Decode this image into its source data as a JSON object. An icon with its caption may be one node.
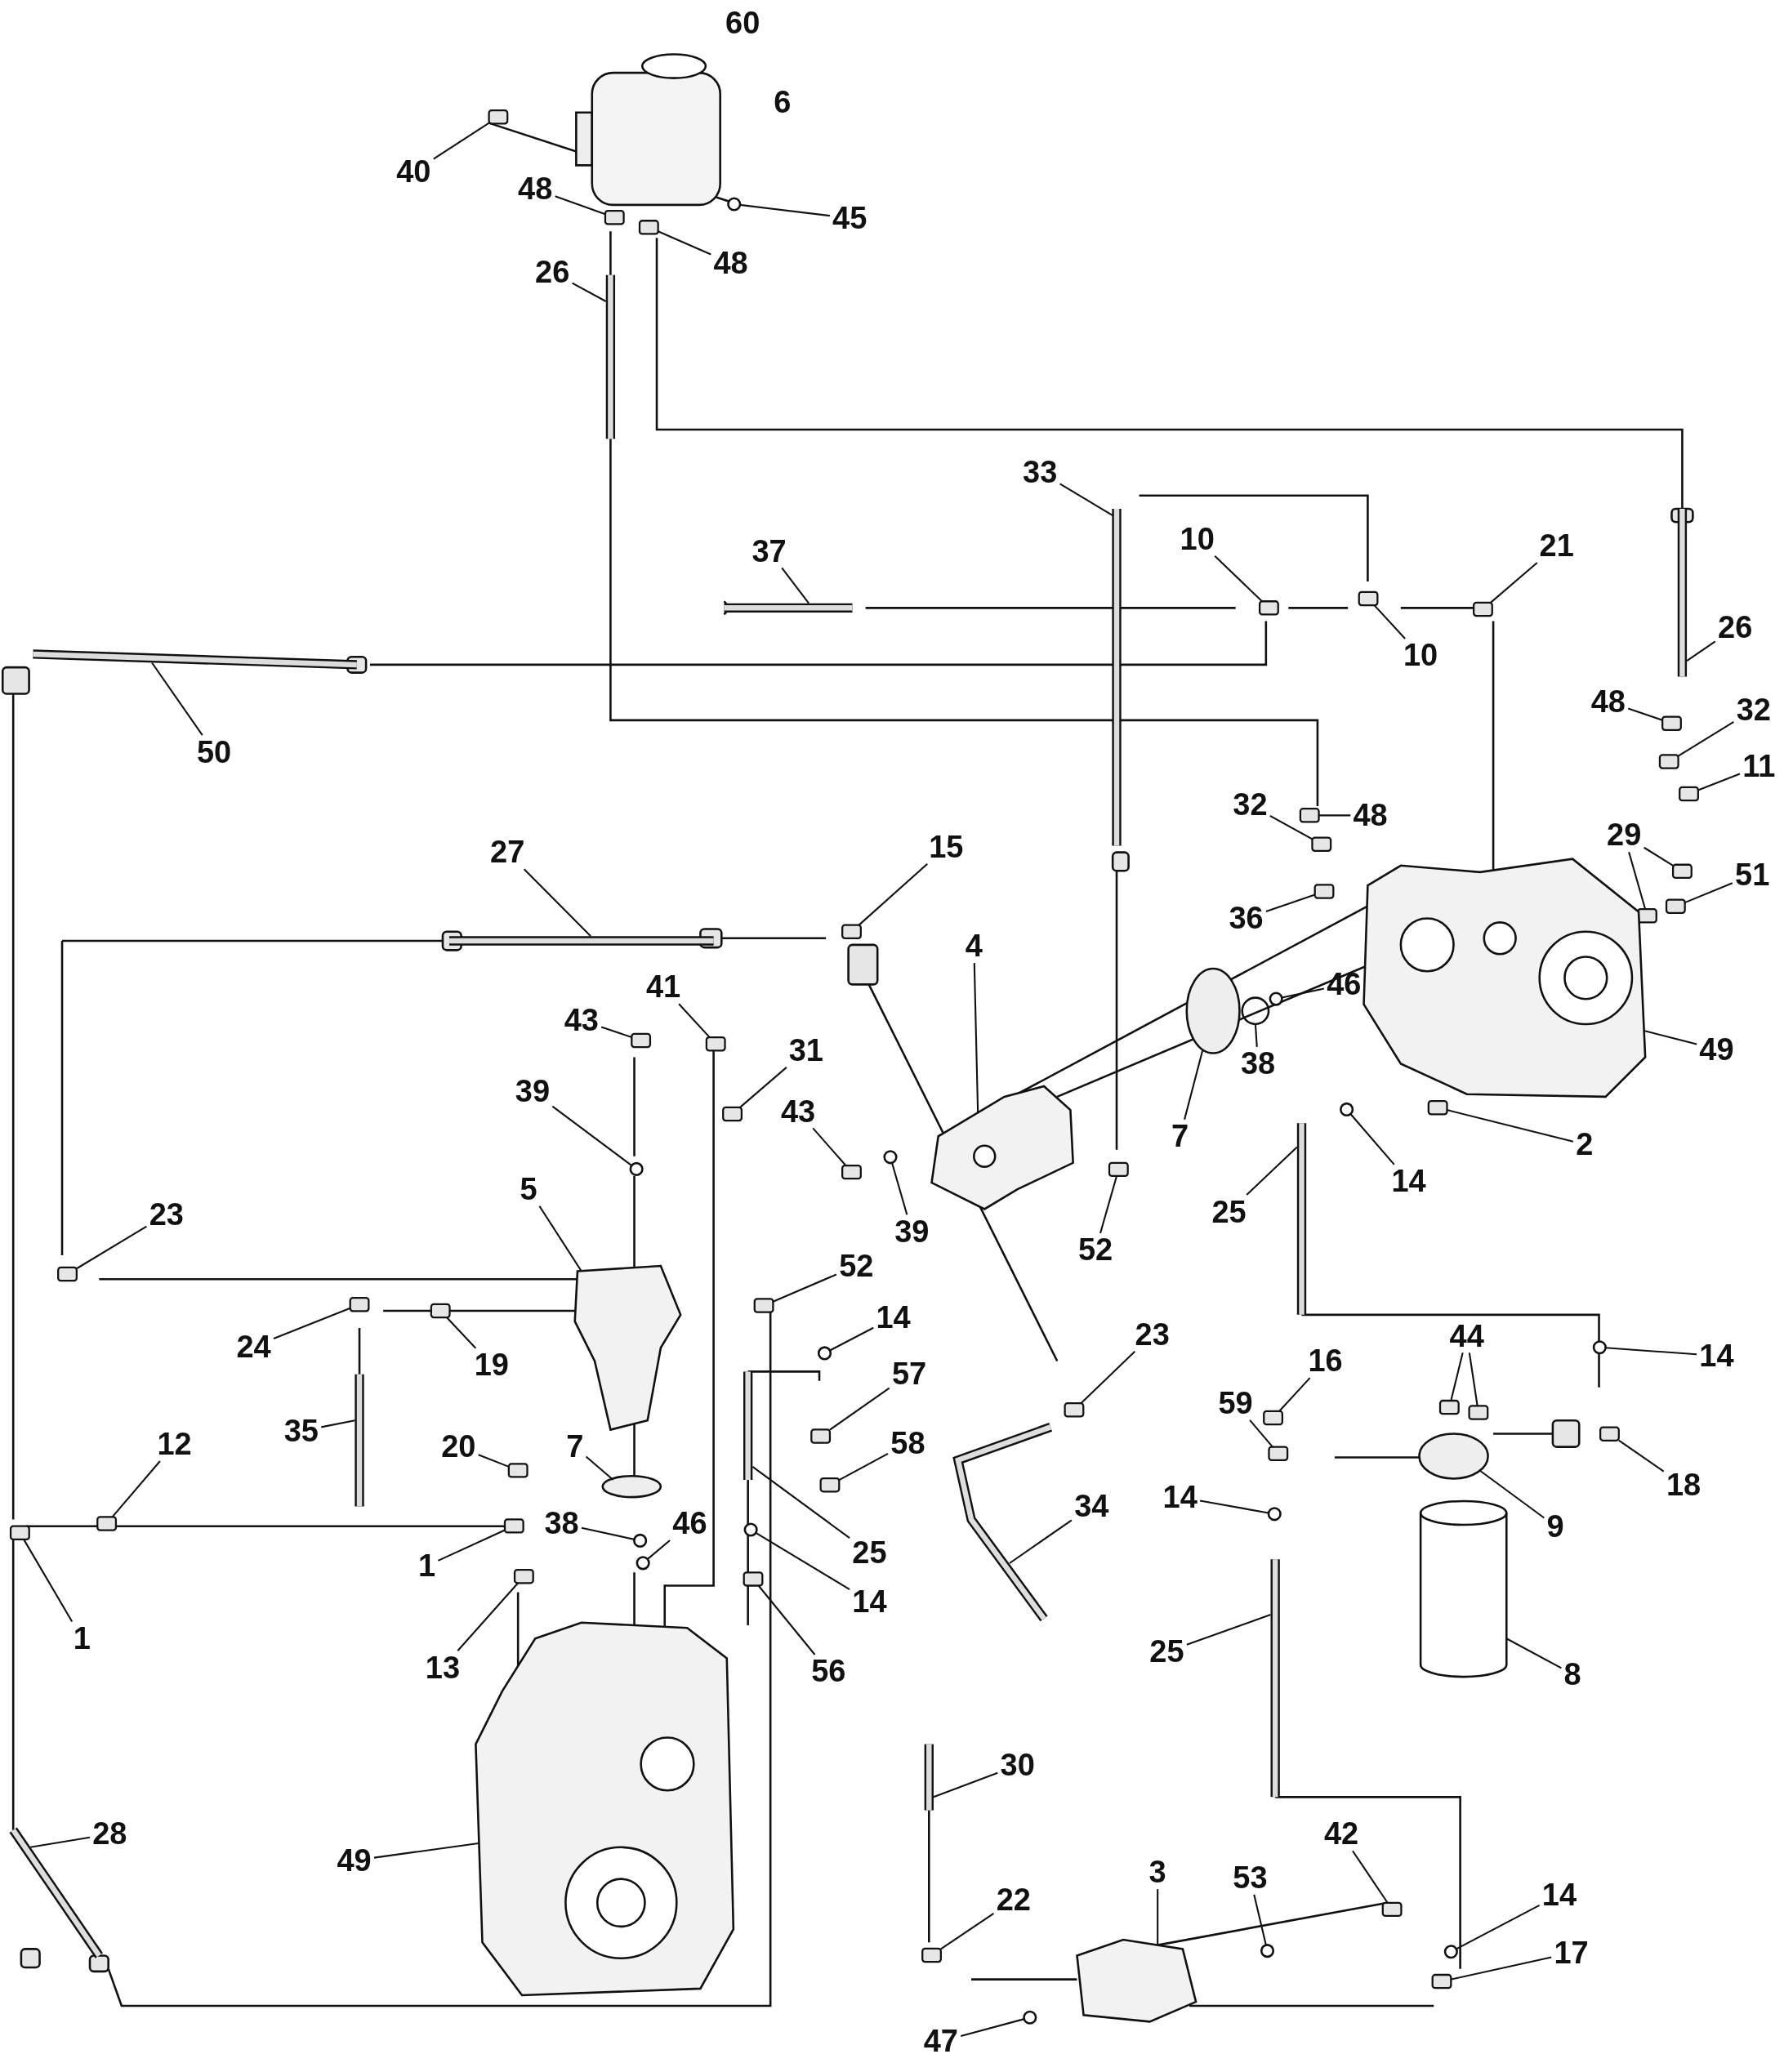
{
  "diagram": {
    "nodes": [
      {
        "text": [
          "60"
        ]
      },
      {
        "text": [
          "6"
        ]
      },
      {
        "text": [
          "40"
        ]
      },
      {
        "text": [
          "48"
        ]
      },
      {
        "text": [
          "45"
        ]
      },
      {
        "text": [
          "48"
        ]
      },
      {
        "text": [
          "26"
        ]
      },
      {
        "text": [
          "33"
        ]
      },
      {
        "text": [
          "10"
        ]
      },
      {
        "text": [
          "21"
        ]
      },
      {
        "text": [
          "37"
        ]
      },
      {
        "text": [
          "26"
        ]
      },
      {
        "text": [
          "10"
        ]
      },
      {
        "text": [
          "48"
        ]
      },
      {
        "text": [
          "32"
        ]
      },
      {
        "text": [
          "50"
        ]
      },
      {
        "text": [
          "11"
        ]
      },
      {
        "text": [
          "32"
        ]
      },
      {
        "text": [
          "48"
        ]
      },
      {
        "text": [
          "29"
        ]
      },
      {
        "text": [
          "15"
        ]
      },
      {
        "text": [
          "27"
        ]
      },
      {
        "text": [
          "51"
        ]
      },
      {
        "text": [
          "36"
        ]
      },
      {
        "text": [
          "4"
        ]
      },
      {
        "text": [
          "46"
        ]
      },
      {
        "text": [
          "41"
        ]
      },
      {
        "text": [
          "43"
        ]
      },
      {
        "text": [
          "49"
        ]
      },
      {
        "text": [
          "31"
        ]
      },
      {
        "text": [
          "38"
        ]
      },
      {
        "text": [
          "39"
        ]
      },
      {
        "text": [
          "43"
        ]
      },
      {
        "text": [
          "7"
        ]
      },
      {
        "text": [
          "2"
        ]
      },
      {
        "text": [
          "14"
        ]
      },
      {
        "text": [
          "5"
        ]
      },
      {
        "text": [
          "25"
        ]
      },
      {
        "text": [
          "23"
        ]
      },
      {
        "text": [
          "39"
        ]
      },
      {
        "text": [
          "52"
        ]
      },
      {
        "text": [
          "52"
        ]
      },
      {
        "text": [
          "14"
        ]
      },
      {
        "text": [
          "23"
        ]
      },
      {
        "text": [
          "44"
        ]
      },
      {
        "text": [
          "24"
        ]
      },
      {
        "text": [
          "14"
        ]
      },
      {
        "text": [
          "16"
        ]
      },
      {
        "text": [
          "19"
        ]
      },
      {
        "text": [
          "57"
        ]
      },
      {
        "text": [
          "59"
        ]
      },
      {
        "text": [
          "58"
        ]
      },
      {
        "text": [
          "12"
        ]
      },
      {
        "text": [
          "20"
        ]
      },
      {
        "text": [
          "7"
        ]
      },
      {
        "text": [
          "18"
        ]
      },
      {
        "text": [
          "14"
        ]
      },
      {
        "text": [
          "34"
        ]
      },
      {
        "text": [
          "38"
        ]
      },
      {
        "text": [
          "46"
        ]
      },
      {
        "text": [
          "9"
        ]
      },
      {
        "text": [
          "25"
        ]
      },
      {
        "text": [
          "1"
        ]
      },
      {
        "text": [
          "14"
        ]
      },
      {
        "text": [
          "1"
        ]
      },
      {
        "text": [
          "25"
        ]
      },
      {
        "text": [
          "13"
        ]
      },
      {
        "text": [
          "56"
        ]
      },
      {
        "text": [
          "8"
        ]
      },
      {
        "text": [
          "30"
        ]
      },
      {
        "text": [
          "42"
        ]
      },
      {
        "text": [
          "28"
        ]
      },
      {
        "text": [
          "49"
        ]
      },
      {
        "text": [
          "3"
        ]
      },
      {
        "text": [
          "53"
        ]
      },
      {
        "text": [
          "22"
        ]
      },
      {
        "text": [
          "14"
        ]
      },
      {
        "text": [
          "17"
        ]
      },
      {
        "text": [
          "47"
        ]
      },
      {
        "text": [
          "35"
        ]
      },
      {
        "text": [],
        "shape": "box"
      },
      {
        "text": [],
        "shape": "box"
      },
      {
        "text": [],
        "shape": "circle"
      },
      {
        "text": [],
        "shape": "box"
      },
      {
        "text": [],
        "shape": "bar"
      },
      {
        "text": [],
        "shape": "bar"
      },
      {
        "text": [],
        "shape": "box"
      },
      {
        "text": [],
        "shape": "box"
      },
      {
        "text": [],
        "shape": "bar"
      },
      {
        "text": [],
        "shape": "bar"
      },
      {
        "text": [],
        "shape": "box"
      },
      {
        "text": [],
        "shape": "box"
      },
      {
        "text": [],
        "shape": "box"
      },
      {
        "text": [],
        "shape": "bar"
      },
      {
        "text": [],
        "shape": "box"
      },
      {
        "text": [],
        "shape": "box"
      },
      {
        "text": [],
        "shape": "box"
      },
      {
        "text": [],
        "shape": "box"
      },
      {
        "text": [],
        "shape": "box"
      },
      {
        "text": [],
        "shape": "box"
      },
      {
        "text": [],
        "shape": "bar"
      },
      {
        "text": [],
        "shape": "box"
      },
      {
        "text": [],
        "shape": "box"
      },
      {
        "text": [],
        "shape": "picture"
      },
      {
        "text": [],
        "shape": "circle"
      },
      {
        "text": [],
        "shape": "box"
      },
      {
        "text": [],
        "shape": "box"
      },
      {
        "text": [],
        "shape": "picture"
      },
      {
        "text": [],
        "shape": "box"
      },
      {
        "text": [],
        "shape": "circle"
      },
      {
        "text": [],
        "shape": "circle"
      },
      {
        "text": [],
        "shape": "box"
      },
      {
        "text": [],
        "shape": "circle"
      },
      {
        "text": [],
        "shape": "box"
      },
      {
        "text": [],
        "shape": "circle"
      },
      {
        "text": [],
        "shape": "picture"
      },
      {
        "text": [],
        "shape": "bar"
      },
      {
        "text": [],
        "shape": "box"
      },
      {
        "text": [],
        "shape": "circle"
      },
      {
        "text": [],
        "shape": "box"
      },
      {
        "text": [],
        "shape": "box"
      },
      {
        "text": [],
        "shape": "circle"
      },
      {
        "text": [],
        "shape": "box"
      },
      {
        "text": [],
        "shape": "box"
      },
      {
        "text": [],
        "shape": "box"
      },
      {
        "text": [],
        "shape": "box"
      },
      {
        "text": [],
        "shape": "circle"
      },
      {
        "text": [],
        "shape": "box"
      },
      {
        "text": [],
        "shape": "box"
      },
      {
        "text": [],
        "shape": "box"
      },
      {
        "text": [],
        "shape": "box"
      },
      {
        "text": [],
        "shape": "box"
      },
      {
        "text": [],
        "shape": "box"
      },
      {
        "text": [],
        "shape": "box"
      },
      {
        "text": [],
        "shape": "circle"
      },
      {
        "text": [],
        "shape": "box"
      },
      {
        "text": [],
        "shape": "circle"
      },
      {
        "text": [],
        "shape": "bar"
      },
      {
        "text": [],
        "shape": "circle"
      },
      {
        "text": [],
        "shape": "circle"
      },
      {
        "text": [],
        "shape": "circle"
      },
      {
        "text": [],
        "shape": "bar"
      },
      {
        "text": [],
        "shape": "box"
      },
      {
        "text": [],
        "shape": "circle"
      },
      {
        "text": [],
        "shape": "box"
      },
      {
        "text": [],
        "shape": "bar"
      },
      {
        "text": [],
        "shape": "box"
      },
      {
        "text": [],
        "shape": "box"
      },
      {
        "text": [],
        "shape": "cylinder"
      },
      {
        "text": [],
        "shape": "bar"
      },
      {
        "text": [],
        "shape": "box"
      },
      {
        "text": [],
        "shape": "bar"
      },
      {
        "text": [],
        "shape": "picture"
      },
      {
        "text": [],
        "shape": "picture"
      },
      {
        "text": [],
        "shape": "circle"
      },
      {
        "text": [],
        "shape": "box"
      },
      {
        "text": [],
        "shape": "circle"
      },
      {
        "text": [],
        "shape": "box"
      },
      {
        "text": [],
        "shape": "circle"
      },
      {
        "text": [],
        "shape": "bar"
      }
    ],
    "edges": [
      {
        "from": 2,
        "to": 80,
        "arrow": "none"
      },
      {
        "from": 3,
        "to": 81,
        "arrow": "none"
      },
      {
        "from": 4,
        "to": 82,
        "arrow": "none"
      },
      {
        "from": 5,
        "to": 83,
        "arrow": "none"
      },
      {
        "from": 6,
        "to": 84,
        "arrow": "none"
      },
      {
        "from": 7,
        "to": 85,
        "arrow": "none"
      },
      {
        "from": 8,
        "to": 86,
        "arrow": "none"
      },
      {
        "from": 9,
        "to": 87,
        "arrow": "none"
      },
      {
        "from": 10,
        "to": 88,
        "arrow": "none"
      },
      {
        "from": 11,
        "to": 89,
        "arrow": "none"
      },
      {
        "from": 12,
        "to": 90,
        "arrow": "none"
      },
      {
        "from": 13,
        "to": 91,
        "arrow": "none"
      },
      {
        "from": 14,
        "to": 92,
        "arrow": "none"
      },
      {
        "from": 15,
        "to": 93,
        "arrow": "none"
      },
      {
        "from": 16,
        "to": 94,
        "arrow": "none"
      },
      {
        "from": 17,
        "to": 95,
        "arrow": "none"
      },
      {
        "from": 18,
        "to": 96,
        "arrow": "none"
      },
      {
        "from": 19,
        "to": 97,
        "arrow": "none"
      },
      {
        "from": 19,
        "to": 98,
        "arrow": "none"
      },
      {
        "from": 20,
        "to": 99,
        "arrow": "none"
      },
      {
        "from": 21,
        "to": 100,
        "arrow": "none"
      },
      {
        "from": 22,
        "to": 101,
        "arrow": "none"
      },
      {
        "from": 23,
        "to": 102,
        "arrow": "none"
      },
      {
        "from": 24,
        "to": 103,
        "arrow": "none"
      },
      {
        "from": 25,
        "to": 104,
        "arrow": "none"
      },
      {
        "from": 26,
        "to": 105,
        "arrow": "none"
      },
      {
        "from": 27,
        "to": 106,
        "arrow": "none"
      },
      {
        "from": 28,
        "to": 107,
        "arrow": "none"
      },
      {
        "from": 29,
        "to": 108,
        "arrow": "none"
      },
      {
        "from": 30,
        "to": 109,
        "arrow": "none"
      },
      {
        "from": 31,
        "to": 110,
        "arrow": "none"
      },
      {
        "from": 32,
        "to": 111,
        "arrow": "none"
      },
      {
        "from": 33,
        "to": 112,
        "arrow": "none"
      },
      {
        "from": 34,
        "to": 113,
        "arrow": "none"
      },
      {
        "from": 35,
        "to": 114,
        "arrow": "none"
      },
      {
        "from": 36,
        "to": 115,
        "arrow": "none"
      },
      {
        "from": 37,
        "to": 116,
        "arrow": "none"
      },
      {
        "from": 38,
        "to": 117,
        "arrow": "none"
      },
      {
        "from": 39,
        "to": 118,
        "arrow": "none"
      },
      {
        "from": 40,
        "to": 119,
        "arrow": "none"
      },
      {
        "from": 41,
        "to": 120,
        "arrow": "none"
      },
      {
        "from": 42,
        "to": 121,
        "arrow": "none"
      },
      {
        "from": 43,
        "to": 122,
        "arrow": "none"
      },
      {
        "from": 44,
        "to": 123,
        "arrow": "none"
      },
      {
        "from": 44,
        "to": 124,
        "arrow": "none"
      },
      {
        "from": 45,
        "to": 125,
        "arrow": "none"
      },
      {
        "from": 46,
        "to": 126,
        "arrow": "none"
      },
      {
        "from": 47,
        "to": 127,
        "arrow": "none"
      },
      {
        "from": 48,
        "to": 128,
        "arrow": "none"
      },
      {
        "from": 49,
        "to": 129,
        "arrow": "none"
      },
      {
        "from": 50,
        "to": 130,
        "arrow": "none"
      },
      {
        "from": 51,
        "to": 131,
        "arrow": "none"
      },
      {
        "from": 52,
        "to": 132,
        "arrow": "none"
      },
      {
        "from": 53,
        "to": 133,
        "arrow": "none"
      },
      {
        "from": 54,
        "to": 134,
        "arrow": "none"
      },
      {
        "from": 55,
        "to": 135,
        "arrow": "none"
      },
      {
        "from": 56,
        "to": 136,
        "arrow": "none"
      },
      {
        "from": 57,
        "to": 137,
        "arrow": "none"
      },
      {
        "from": 58,
        "to": 138,
        "arrow": "none"
      },
      {
        "from": 59,
        "to": 139,
        "arrow": "none"
      },
      {
        "from": 60,
        "to": 140,
        "arrow": "none"
      },
      {
        "from": 61,
        "to": 141,
        "arrow": "none"
      },
      {
        "from": 62,
        "to": 142,
        "arrow": "none"
      },
      {
        "from": 63,
        "to": 143,
        "arrow": "none"
      },
      {
        "from": 64,
        "to": 144,
        "arrow": "none"
      },
      {
        "from": 65,
        "to": 145,
        "arrow": "none"
      },
      {
        "from": 66,
        "to": 146,
        "arrow": "none"
      },
      {
        "from": 67,
        "to": 147,
        "arrow": "none"
      },
      {
        "from": 68,
        "to": 148,
        "arrow": "none"
      },
      {
        "from": 69,
        "to": 149,
        "arrow": "none"
      },
      {
        "from": 70,
        "to": 150,
        "arrow": "none"
      },
      {
        "from": 71,
        "to": 151,
        "arrow": "none"
      },
      {
        "from": 72,
        "to": 152,
        "arrow": "none"
      },
      {
        "from": 73,
        "to": 153,
        "arrow": "none"
      },
      {
        "from": 74,
        "to": 154,
        "arrow": "none"
      },
      {
        "from": 75,
        "to": 155,
        "arrow": "none"
      },
      {
        "from": 76,
        "to": 156,
        "arrow": "none"
      },
      {
        "from": 77,
        "to": 157,
        "arrow": "none"
      },
      {
        "from": 78,
        "to": 158,
        "arrow": "none"
      },
      {
        "from": 79,
        "to": 159,
        "arrow": "none"
      }
    ]
  }
}
